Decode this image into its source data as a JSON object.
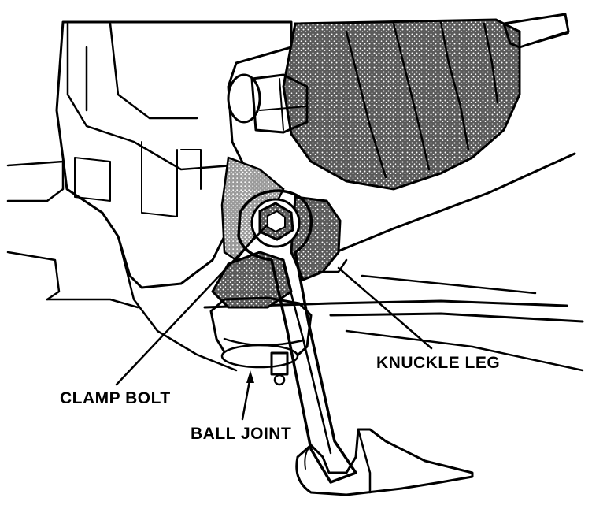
{
  "diagram": {
    "labels": {
      "clamp_bolt": "CLAMP BOLT",
      "ball_joint": "BALL JOINT",
      "knuckle_leg": "KNUCKLE LEG"
    },
    "colors": {
      "ink": "#000000",
      "paper": "#ffffff",
      "stipple": "#6a6a6a"
    }
  }
}
